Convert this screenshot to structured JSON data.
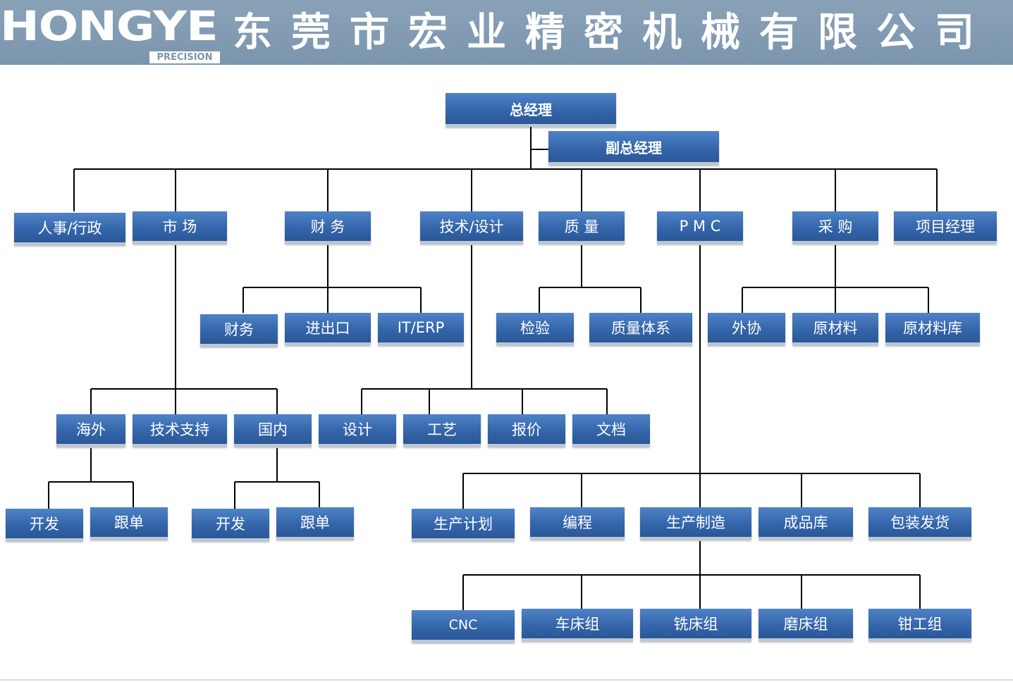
{
  "header": {
    "logo_text": "HONGYE",
    "logo_sub": "PRECISION",
    "company_name": "东莞市宏业精密机械有限公司"
  },
  "org": {
    "gm": "总经理",
    "deputy_gm": "副总经理",
    "hr": "人事/行政",
    "market": "市 场",
    "finance": "财 务",
    "tech": "技术/设计",
    "quality": "质 量",
    "pmc": "P M C",
    "purchase": "采 购",
    "pm": "项目经理",
    "finance_sub": [
      "财务",
      "进出口",
      "IT/ERP"
    ],
    "quality_sub": [
      "检验",
      "质量体系"
    ],
    "purchase_sub": [
      "外协",
      "原材料",
      "原材料库"
    ],
    "market_sub": [
      "海外",
      "技术支持",
      "国内"
    ],
    "tech_sub": [
      "设计",
      "工艺",
      "报价",
      "文档"
    ],
    "overseas_sub": [
      "开发",
      "跟单"
    ],
    "domestic_sub": [
      "开发",
      "跟单"
    ],
    "pmc_sub": [
      "生产计划",
      "编程",
      "生产制造",
      "成品库",
      "包装发货"
    ],
    "mfg_sub": [
      "CNC",
      "车床组",
      "铣床组",
      "磨床组",
      "钳工组"
    ]
  }
}
